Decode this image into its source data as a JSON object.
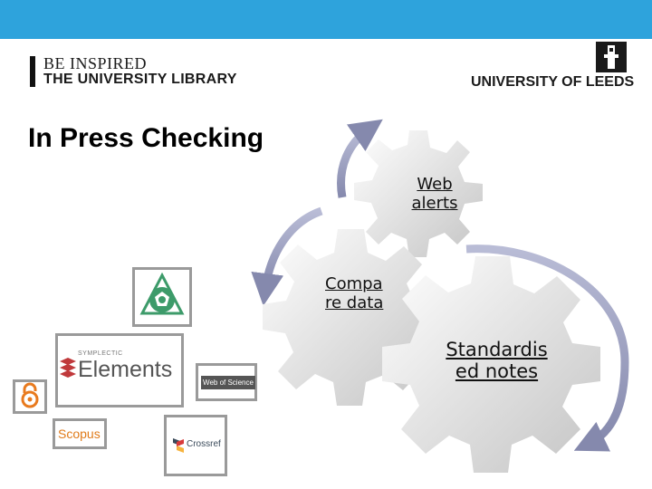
{
  "header": {
    "be_inspired": "BE INSPIRED",
    "library": "THE UNIVERSITY LIBRARY",
    "university": "UNIVERSITY OF LEEDS",
    "colors": {
      "banner": "#2ea3dc",
      "text": "#1a1a1a"
    }
  },
  "slide": {
    "title": "In Press Checking",
    "gears": {
      "web": "Web alerts",
      "compare": "Compa re data",
      "standardised": "Standardis ed notes"
    }
  },
  "logos": {
    "symplectic_small": "SYMPLECTIC",
    "symplectic_big": "Elements",
    "web_of_science": "Web of Science",
    "scopus": "Scopus",
    "crossref": "Crossref"
  }
}
